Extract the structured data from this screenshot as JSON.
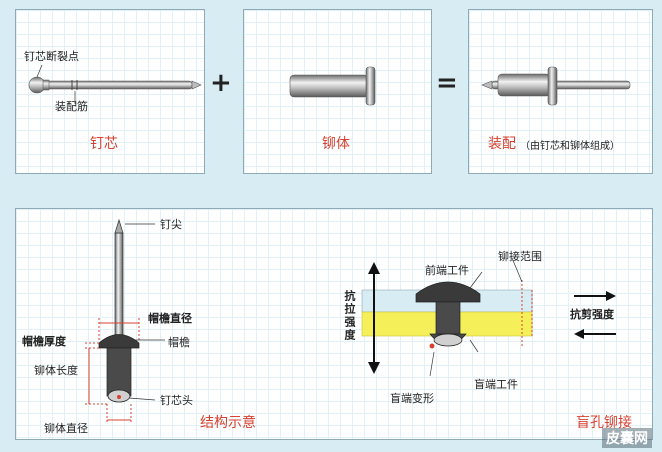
{
  "top": {
    "pin_panel": {
      "break_point": "钉芯断裂点",
      "fit_groove": "装配筋",
      "caption": "钉芯"
    },
    "plus": "+",
    "body_panel": {
      "caption": "铆体"
    },
    "equals": "=",
    "assembly_panel": {
      "caption": "装配",
      "note": "（由钉芯和铆体组成）"
    }
  },
  "bottom": {
    "structure": {
      "pin_tip": "钉尖",
      "cap_diameter": "帽檐直径",
      "cap_thickness": "帽檐厚度",
      "cap": "帽檐",
      "body_length": "铆体长度",
      "pin_head": "钉芯头",
      "body_diameter": "铆体直径",
      "caption": "结构示意"
    },
    "blind_rivet": {
      "rivet_range": "铆接范围",
      "front_workpiece": "前端工件",
      "tensile_strength": "抗拉强度",
      "shear_strength": "抗剪强度",
      "blind_workpiece": "盲端工件",
      "blind_deform": "盲端变形",
      "caption": "盲孔铆接"
    },
    "watermark": "皮囊网"
  },
  "colors": {
    "caption_red": "#d8402f",
    "metal_light": "#e8e8e8",
    "metal_dark": "#6b6b6b",
    "workpiece_top": "#d8ecf3",
    "workpiece_bottom": "#f5f05a"
  }
}
